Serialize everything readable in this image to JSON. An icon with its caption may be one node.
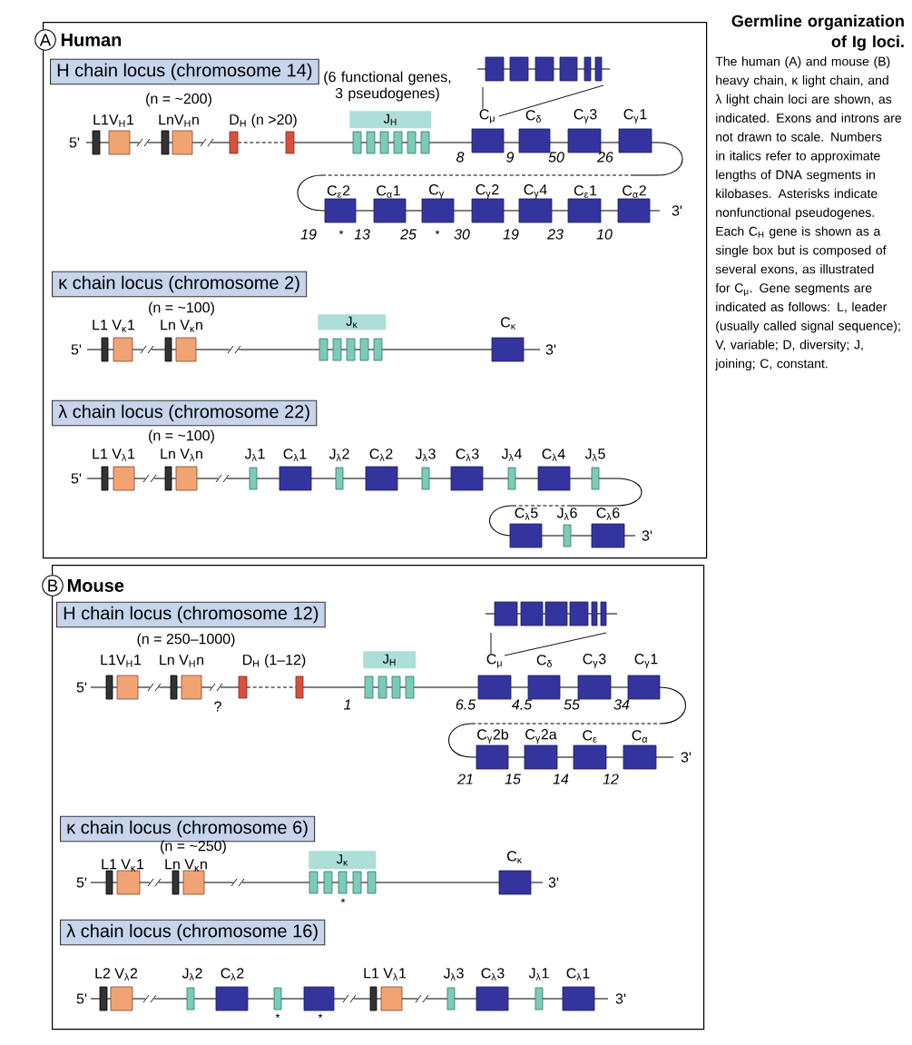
{
  "diagram": {
    "title": "Germline organization of Ig loci.",
    "caption": "The human (A) and mouse (B) heavy chain, κ light chain, and λ light chain loci are shown, as indicated. Exons and introns are not drawn to scale. Numbers in italics refer to approximate lengths of DNA segments in kilobases. Asterisks indicate nonfunctional pseudogenes. Each C$_{H}$ gene is shown as a single box but is composed of several exons, as illustrated for C$_{μ}$. Gene segments are indicated as follows: L, leader (usually called signal sequence); V, variable; D, diversity; J, joining; C, constant.",
    "nodes": [
      {
        "text": [
          "Human"
        ]
      },
      {
        "text": [
          "A"
        ]
      },
      {
        "text": [
          "H chain locus (chromosome 14)"
        ],
        "in": 0
      },
      {
        "text": [
          "J$_{H}$"
        ],
        "in": 0
      },
      {
        "text": [
          "κ chain locus (chromosome 2)"
        ],
        "in": 0
      },
      {
        "text": [
          "J$_{κ}$"
        ],
        "in": 0
      },
      {
        "text": [
          "λ chain locus (chromosome 22)"
        ],
        "in": 0
      },
      {
        "text": [
          "Mouse"
        ]
      },
      {
        "text": [
          "B"
        ]
      },
      {
        "text": [
          "H chain locus (chromosome 12)"
        ],
        "in": 7
      },
      {
        "text": [
          "J$_{H}$"
        ],
        "in": 7
      },
      {
        "text": [
          "κ chain locus (chromosome 6)"
        ],
        "in": 7
      },
      {
        "text": [
          "J$_{κ}$"
        ],
        "in": 7
      },
      {
        "text": [
          "λ chain locus (chromosome 16)"
        ],
        "in": 7
      }
    ],
    "labels": [
      "(6 functional genes, 3 pseudogenes)",
      "(n = ~200)",
      "L1V$_{H}$1",
      "LnV$_{H}$n",
      "D$_{H}$ (n >20)",
      "5'",
      "8",
      "C$_{μ}$",
      "C$_{δ}$",
      "C$_{γ}$3",
      "C$_{γ}$1",
      "9",
      "50",
      "26",
      "C$_{ε}$2",
      "C$_{α}$1",
      "C$_{γ}$",
      "C$_{γ}$2",
      "C$_{γ}$4",
      "C$_{ε}$1",
      "C$_{α}$2",
      "3'",
      "19",
      "*",
      "13",
      "25",
      "*",
      "30",
      "19",
      "23",
      "10",
      "(n = ~100)",
      "L1 V$_{κ}$1",
      "Ln V$_{κ}$n",
      "C$_{κ}$",
      "5'",
      "3'",
      "(n = ~100)",
      "L1 V$_{λ}$1",
      "Ln V$_{λ}$n",
      "J$_{λ}$1",
      "C$_{λ}$1",
      "J$_{λ}$2",
      "C$_{λ}$2",
      "J$_{λ}$3",
      "C$_{λ}$3",
      "J$_{λ}$4",
      "C$_{λ}$4",
      "J$_{λ}$5",
      "5'",
      "C$_{λ}$5",
      "J$_{λ}$6",
      "C$_{λ}$6",
      "3'",
      "(n = 250–1000)",
      "L1V$_{H}$1",
      "Ln V$_{H}$n",
      "D$_{H}$ (1–12)",
      "C$_{μ}$",
      "C$_{δ}$",
      "C$_{γ}$3",
      "C$_{γ}$1",
      "5'",
      "?",
      "1",
      "6.5",
      "4.5",
      "55",
      "34",
      "C$_{γ}$2b",
      "C$_{γ}$2a",
      "C$_{ε}$",
      "C$_{α}$",
      "3'",
      "21",
      "15",
      "14",
      "12",
      "(n = ~250)",
      "L1 V$_{κ}$1",
      "Ln V$_{κ}$n",
      "C$_{κ}$",
      "5'",
      "3'",
      "*",
      "L2 V$_{λ}$2",
      "J$_{λ}$2",
      "C$_{λ}$2",
      "L1 V$_{λ}$1",
      "J$_{λ}$3",
      "C$_{λ}$3",
      "J$_{λ}$1",
      "C$_{λ}$1",
      "5'",
      "3'",
      "*",
      "*"
    ]
  }
}
